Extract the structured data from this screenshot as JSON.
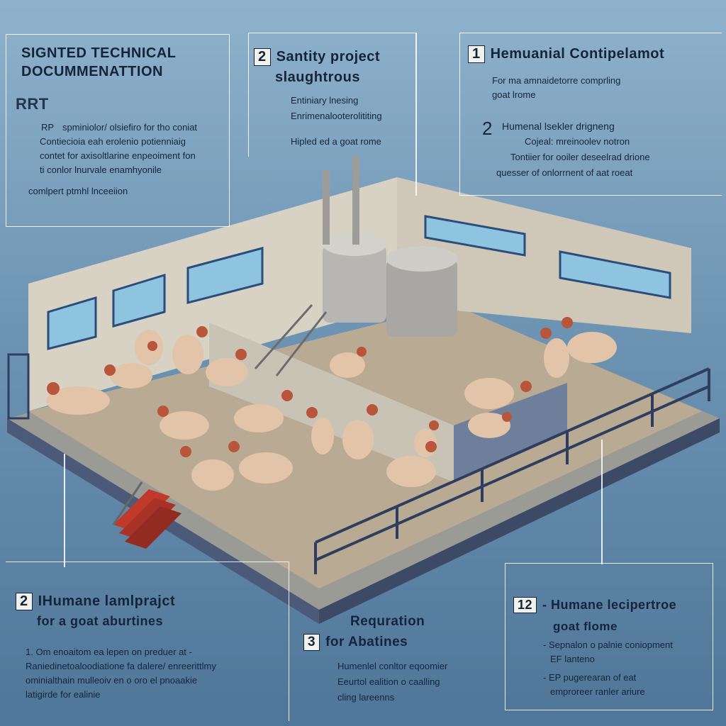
{
  "panels": {
    "top_left": {
      "title_line1": "SIGNTED TECHNICAL",
      "title_line2": "DOCUMMENATTION",
      "subtitle": "RRT",
      "item1_prefix": "RP",
      "item1_line1": "spminiolor/ olsiefiro for tho coniat",
      "item1_line2": "Contiecioia eah erolenio potienniaig",
      "item1_line3": "contet for axisoltlarine enpeoiment fon",
      "item1_line4": "ti conlor lnurvale enamhyonile",
      "item2": "comlpert ptmhl lnceeiion"
    },
    "top_center": {
      "number": "2",
      "title_line1": "Santity project",
      "title_line2": "slaughtrous",
      "item1": "Entiniary lnesing",
      "item2": "Enrimenalooterolititing",
      "item3": "Hipled ed a goat rome"
    },
    "top_right": {
      "number": "1",
      "title": "Hemuanial Contipelamot",
      "line1": "For ma amnaidetorre comprling",
      "line2": "goat lrome",
      "number2": "2",
      "subtitle": "Humenal lsekler drigneng",
      "item1": "Cojeal: mreinoolev notron",
      "item2": "Tontiier for ooiler deseelrad drione",
      "item3": "quesser of onlorrnent of aat roeat"
    },
    "bottom_left": {
      "number": "2",
      "title_line1": "IHumane lamlprajct",
      "title_line2": "for a goat aburtines",
      "line1": "1. Om enoaitom ea lepen on preduer at -",
      "line2": "Raniedinetoaloodiatione fa dalere/ enreerittlmy",
      "line3": "ominialthain mulleoiv en o oro el pnoaakie",
      "line4": "latigirde for ealinie"
    },
    "bottom_center": {
      "title": "Requration",
      "number": "3",
      "subtitle": "for Abatines",
      "item1": "Humenlel conltor eqoomier",
      "item2": "Eeurtol ealition o caalling",
      "item3": "cling lareenns"
    },
    "bottom_right": {
      "number": "12",
      "title": "- Humane lecipertroe",
      "subtitle": "goat flome",
      "item1": "- Sepnalon o palnie coniopment",
      "item2": "EF lanteno",
      "item3": "- EP pugerearan of eat",
      "item4": "emproreer ranler ariure"
    }
  },
  "colors": {
    "background": "#6d94b3",
    "floor": "#b9aa94",
    "wall": "#d8d2c4",
    "tank": "#b8b6b2",
    "goat": "#e2c4a8",
    "goat_head": "#b8553a",
    "railing": "#2f3e5e",
    "stairs": "#c0392b"
  },
  "goat_count": 18
}
